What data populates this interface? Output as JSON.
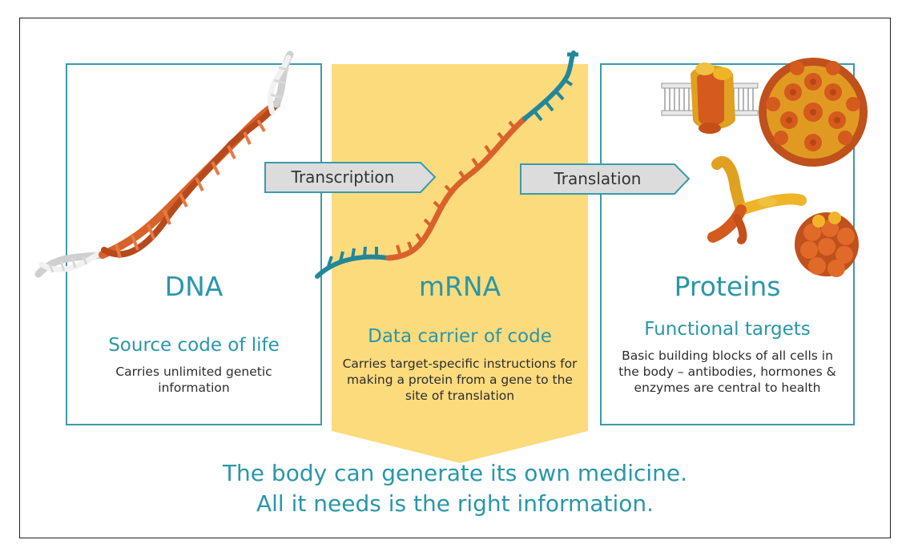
{
  "arrows": {
    "transcription": "Transcription",
    "translation": "Translation"
  },
  "dna": {
    "title": "DNA",
    "subtitle": "Source code of life",
    "description": "Carries unlimited genetic information"
  },
  "mrna": {
    "title": "mRNA",
    "subtitle": "Data carrier of code",
    "description": "Carries target-specific instructions for making a protein from a gene to the site of translation"
  },
  "proteins": {
    "title": "Proteins",
    "subtitle": "Functional targets",
    "description": "Basic building blocks of all cells in the body – antibodies, hormones & enzymes are central to health"
  },
  "footer": {
    "line1": "The body can generate its own medicine.",
    "line2": "All it needs is the right information."
  },
  "colors": {
    "teal": "#2997a8",
    "box_border": "#3a9bab",
    "yellow_panel": "#fcdb7d",
    "dna_orange": "#d9622b",
    "dna_white": "#e6e6e6",
    "arrow_fill": "#dcdcdc",
    "protein_orange": "#d45a1e",
    "protein_yellow": "#f0b428"
  },
  "icons": [
    "dna-helix-icon",
    "mrna-strand-icon",
    "membrane-protein-icon",
    "virus-capsid-icon",
    "antibody-icon",
    "protein-complex-icon"
  ]
}
